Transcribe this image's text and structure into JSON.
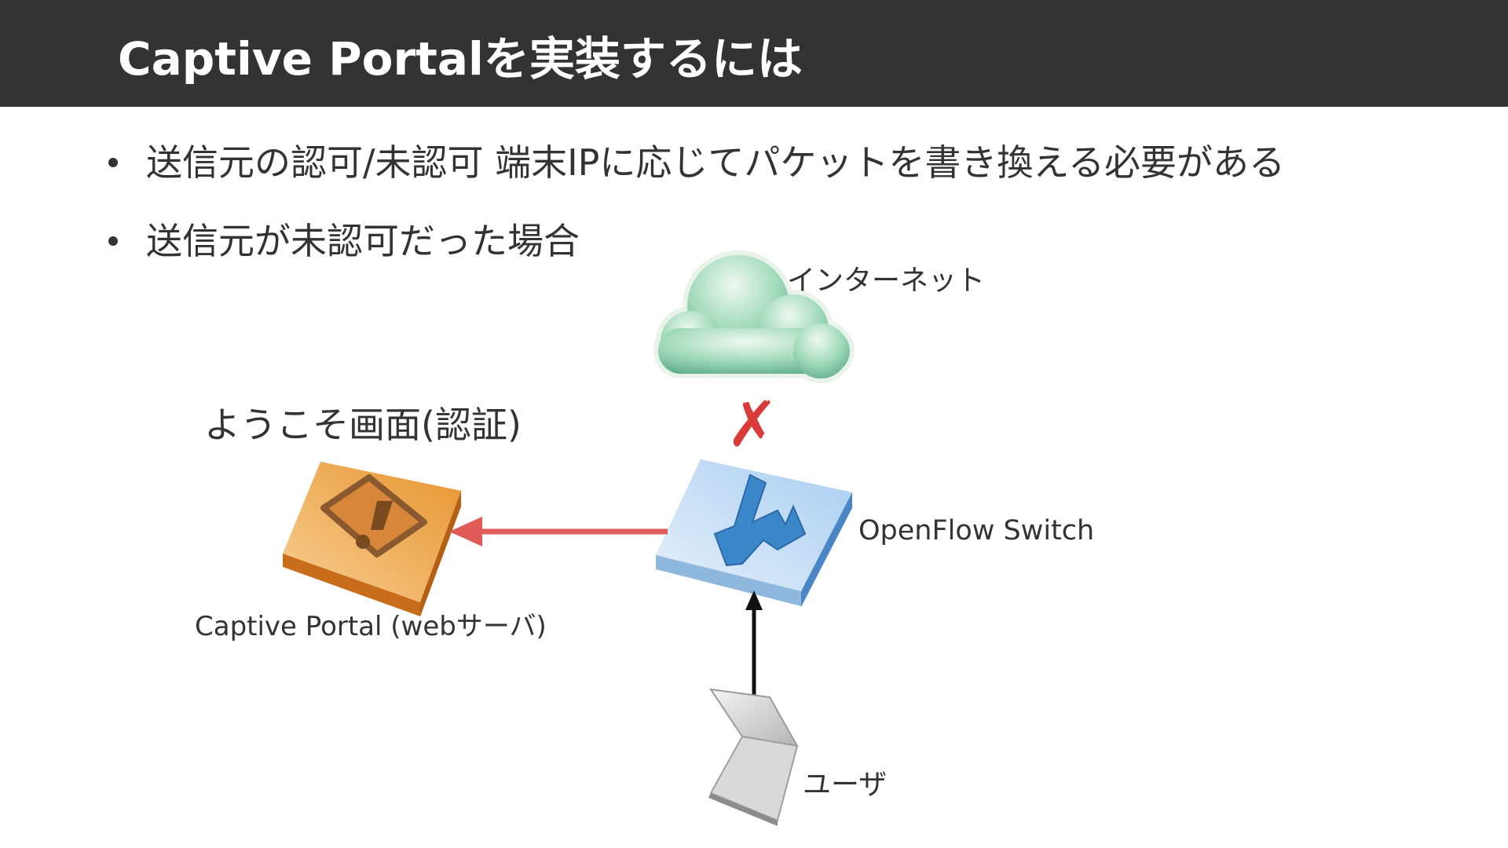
{
  "title": "Captive Portalを実装するには",
  "bullets": [
    "送信元の認可/未認可 端末IPに応じてパケットを書き換える必要がある",
    "送信元が未認可だった場合"
  ],
  "diagram": {
    "internet_label": "インターネット",
    "welcome_label": "ようこそ画面(認証)",
    "switch_label": "OpenFlow Switch",
    "portal_label": "Captive Portal (webサーバ)",
    "user_label": "ユーザ",
    "blocked_mark": "✗",
    "colors": {
      "title_bar": "#333333",
      "redirect_arrow": "#e05a57",
      "blocked_mark": "#d93a3a",
      "user_arrow": "#111111",
      "switch": "#a9cdf0",
      "portal": "#e8942e",
      "cloud": "#7fcba5"
    },
    "icons": [
      "cloud-icon",
      "openflow-switch-icon",
      "captive-portal-warning-icon",
      "laptop-icon"
    ]
  }
}
